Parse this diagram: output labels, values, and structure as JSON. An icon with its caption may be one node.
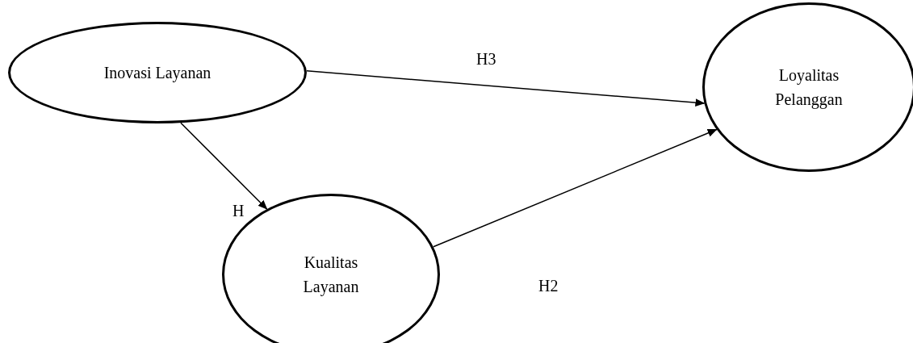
{
  "diagram": {
    "nodes": [
      {
        "text": [
          "Inovasi Layanan"
        ]
      },
      {
        "text": [
          "Loyalitas Pelanggan"
        ]
      },
      {
        "text": [
          "Kualitas Layanan"
        ]
      }
    ],
    "edges": [
      {
        "from": 0,
        "to": 1,
        "arrow": "to",
        "label": "H3"
      },
      {
        "from": 0,
        "to": 2,
        "arrow": "to",
        "label": "H"
      },
      {
        "from": 2,
        "to": 1,
        "arrow": "to",
        "label": "H2"
      }
    ]
  }
}
